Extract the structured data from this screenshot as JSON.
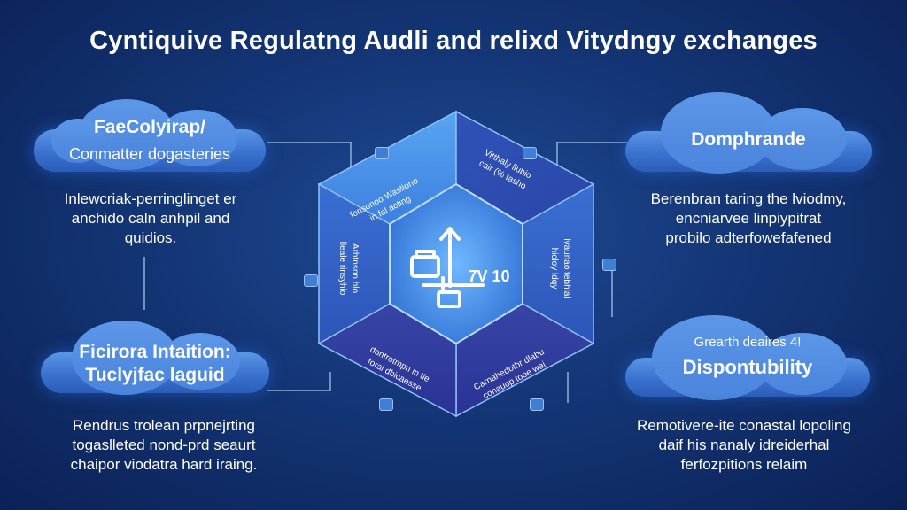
{
  "title": "Cyntiquive Regulatng Audli and relixd Vitydngy exchanges",
  "top_left": {
    "heading": "FaeColyirap/",
    "subheading": "Conmatter dogasteries",
    "body": [
      "Inlewcriak-perringlinget er",
      "anchido caln anhpil and",
      "quidios."
    ]
  },
  "bottom_left": {
    "heading_line1": "Ficirora Intaition:",
    "heading_line2": "Tuclyjfac laguid",
    "body": [
      "Rendrus trolean prpnejrting",
      "togaslleted nond-prd seaurt",
      "chaipor viodatra hard iraing."
    ]
  },
  "top_right": {
    "heading": "Domphrande",
    "body": [
      "Berenbran taring the lviodmy,",
      "encniarvee linpiypitrat",
      "probilo adterfowefafened"
    ]
  },
  "bottom_right": {
    "heading_small": "Grearth deaires 4!",
    "heading": "Dispontubility",
    "body": [
      "Remotivere-ite conastal lopoling",
      "daif his nanaly idreiderhal",
      "ferfozpitions relaim"
    ]
  },
  "hexagon": {
    "segment_labels": {
      "top_left": [
        "fonsonoo Wastiono",
        "in fal acting"
      ],
      "top_right": [
        "Vitthaly llubio",
        "cair (% tasho"
      ],
      "right": [
        "hicloy ldqy",
        "lvaunao tebhlal"
      ],
      "bottom_right": [
        "Carnahedotbr dlabu",
        "conauop tooe wai"
      ],
      "bottom_left": [
        "dontrotmpn in tie",
        "foral dbicaesse"
      ],
      "left": [
        "lleale rinsyhio",
        "Arhtnsnn hlo"
      ]
    },
    "center_label": "7V 10",
    "center_icon": "crypto-exchange-icon"
  },
  "colors": {
    "background": "#143676",
    "cloud": "#4a84dc",
    "hex_light": "#5aa0f0",
    "hex_dark": "#2a3fa8"
  }
}
